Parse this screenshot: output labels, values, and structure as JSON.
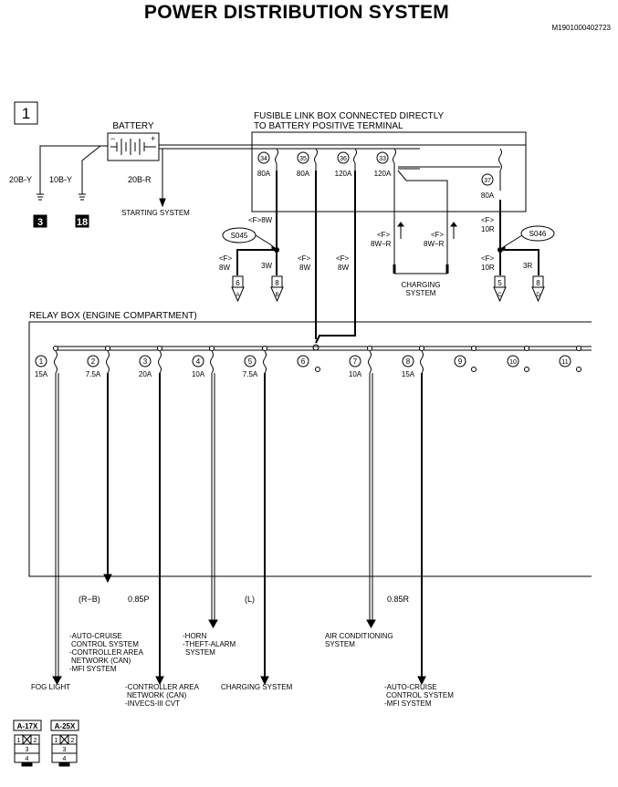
{
  "title": "POWER DISTRIBUTION SYSTEM",
  "doc_code": "M1901000402723",
  "page_number": "1",
  "battery": {
    "label": "BATTERY",
    "minus": "−",
    "plus": "+"
  },
  "battery_wires": {
    "left1": "20B-Y",
    "left2": "10B-Y",
    "out": "20B-R",
    "starting_system": "STARTING SYSTEM",
    "ground1": "3",
    "ground2": "18"
  },
  "fusible_link_box": {
    "title_line1": "FUSIBLE LINK BOX CONNECTED DIRECTLY",
    "title_line2": "TO BATTERY POSITIVE TERMINAL",
    "links": [
      {
        "num": "34",
        "amp": "80A"
      },
      {
        "num": "35",
        "amp": "80A"
      },
      {
        "num": "36",
        "amp": "120A"
      },
      {
        "num": "33",
        "amp": "120A"
      },
      {
        "num": "37",
        "amp": "80A"
      }
    ]
  },
  "fusible_wires": {
    "w_f8w_top": "<F>8W",
    "s045": "S045",
    "s046": "S046",
    "left_a_wire": "<F>",
    "left_a_wire2": "8W",
    "left_b_wire": "3W",
    "mid1_wire": "<F>",
    "mid1_wire2": "8W",
    "mid2_wire": "<F>",
    "mid2_wire2": "8W",
    "charge1": "<F>",
    "charge1b": "8W−R",
    "charge2": "<F>",
    "charge2b": "8W−R",
    "charging_system_l1": "CHARGING",
    "charging_system_l2": "SYSTEM",
    "r_f10r_top": "<F>",
    "r_f10r_top2": "10R",
    "r_c_wire": "<F>",
    "r_c_wire2": "10R",
    "r_d_wire": "3R",
    "conn_left_a_num": "6",
    "conn_left_a_letter": "A",
    "conn_left_b_num": "8",
    "conn_left_b_letter": "B",
    "conn_right_c_num": "5",
    "conn_right_c_letter": "C",
    "conn_right_d_num": "8",
    "conn_right_d_letter": "D"
  },
  "relay_box": {
    "title": "RELAY BOX (ENGINE COMPARTMENT)",
    "fuses": [
      {
        "num": "1",
        "amp": "15A"
      },
      {
        "num": "2",
        "amp": "7.5A"
      },
      {
        "num": "3",
        "amp": "20A"
      },
      {
        "num": "4",
        "amp": "10A"
      },
      {
        "num": "5",
        "amp": "7.5A"
      },
      {
        "num": "6",
        "amp": ""
      },
      {
        "num": "7",
        "amp": "10A"
      },
      {
        "num": "8",
        "amp": "15A"
      },
      {
        "num": "9",
        "amp": ""
      },
      {
        "num": "10",
        "amp": ""
      },
      {
        "num": "11",
        "amp": ""
      }
    ]
  },
  "outputs": {
    "w2": "(R−B)",
    "w3": "0.85P",
    "w5": "(L)",
    "w8": "0.85R",
    "fog_light": "FOG LIGHT",
    "o2_l1": "-AUTO-CRUISE",
    "o2_l2": "CONTROL SYSTEM",
    "o2_l3": "-CONTROLLER AREA",
    "o2_l4": "NETWORK (CAN)",
    "o2_l5": "-MFI SYSTEM",
    "o3_l1": "-CONTROLLER AREA",
    "o3_l2": "NETWORK (CAN)",
    "o3_l3": "-INVECS-III CVT",
    "o4_l1": "-HORN",
    "o4_l2": "-THEFT-ALARM",
    "o4_l3": "SYSTEM",
    "o5": "CHARGING SYSTEM",
    "o7_l1": "AIR CONDITIONING",
    "o7_l2": "SYSTEM",
    "o8_l1": "-AUTO-CRUISE",
    "o8_l2": "CONTROL SYSTEM",
    "o8_l3": "-MFI SYSTEM"
  },
  "connectors": [
    {
      "name": "A-17X",
      "pins_top": "1",
      "pins_top2": "2",
      "pin3": "3",
      "pin4": "4"
    },
    {
      "name": "A-25X",
      "pins_top": "1",
      "pins_top2": "2",
      "pin3": "3",
      "pin4": "4"
    }
  ]
}
